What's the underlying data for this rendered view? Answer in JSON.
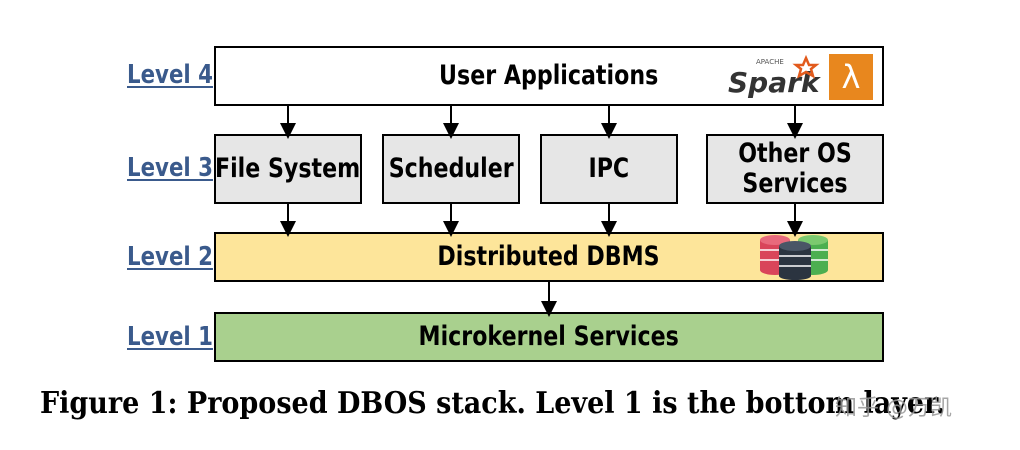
{
  "levels": {
    "l4": "Level 4",
    "l3": "Level 3",
    "l2": "Level 2",
    "l1": "Level 1"
  },
  "boxes": {
    "user_apps": "User Applications",
    "file_system": "File System",
    "scheduler": "Scheduler",
    "ipc": "IPC",
    "other_os": "Other OS Services",
    "dbms": "Distributed DBMS",
    "microkernel": "Microkernel Services"
  },
  "logos": {
    "spark_small": "APACHE",
    "spark": "Spark",
    "lambda": "λ",
    "icons": [
      "spark-logo-icon",
      "aws-lambda-icon",
      "database-stack-icon"
    ]
  },
  "caption": "Figure 1: Proposed DBOS stack. Level 1 is the bottom layer.",
  "watermark": "知乎 @万凯",
  "colors": {
    "level_label": "#3a5a8c",
    "gray_box": "#e6e6e6",
    "dbms_box": "#fde59a",
    "microkernel_box": "#a9d08e",
    "lambda_orange": "#e8871e",
    "db_red": "#d9455a",
    "db_green": "#4caf50",
    "db_dark": "#2b3440"
  }
}
